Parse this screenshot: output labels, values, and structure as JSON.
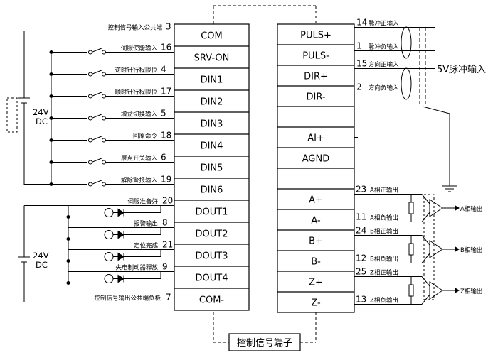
{
  "left_block": {
    "signals": [
      "COM",
      "SRV-ON",
      "DIN1",
      "DIN2",
      "DIN3",
      "DIN4",
      "DIN5",
      "DIN6",
      "DOUT1",
      "DOUT2",
      "DOUT3",
      "DOUT4",
      "COM-"
    ],
    "input_pins": [
      {
        "pin": "3",
        "label": "控制信号输入公共端"
      },
      {
        "pin": "16",
        "label": "伺服使能输入"
      },
      {
        "pin": "4",
        "label": "逆时针行程限位"
      },
      {
        "pin": "17",
        "label": "顺时针行程限位"
      },
      {
        "pin": "5",
        "label": "增益切换输入"
      },
      {
        "pin": "18",
        "label": "回原命令"
      },
      {
        "pin": "6",
        "label": "原点开关输入"
      },
      {
        "pin": "19",
        "label": "解除警报输入"
      }
    ],
    "output_pins": [
      {
        "pin": "20",
        "label": "伺服准备好"
      },
      {
        "pin": "8",
        "label": "报警输出"
      },
      {
        "pin": "21",
        "label": "定位完成"
      },
      {
        "pin": "9",
        "label": "失电制动器释放"
      },
      {
        "pin": "7",
        "label": "控制信号输出公共端负极"
      }
    ]
  },
  "right_block": {
    "signals": [
      "PULS+",
      "PULS-",
      "DIR+",
      "DIR-",
      "",
      "AI+",
      "AGND",
      "",
      "A+",
      "A-",
      "B+",
      "B-",
      "Z+",
      "Z-"
    ],
    "pulse_pins": [
      {
        "pin": "14",
        "label": "脉冲正输入"
      },
      {
        "pin": "1",
        "label": "脉冲负输入"
      },
      {
        "pin": "15",
        "label": "方向正输入"
      },
      {
        "pin": "2",
        "label": "方向负输入"
      }
    ],
    "encoder_pins": [
      {
        "pin": "23",
        "label": "A相正输出"
      },
      {
        "pin": "11",
        "label": "A相负输出"
      },
      {
        "pin": "24",
        "label": "B相正输出"
      },
      {
        "pin": "12",
        "label": "B相负输出"
      },
      {
        "pin": "25",
        "label": "Z相正输出"
      },
      {
        "pin": "13",
        "label": "Z相负输出"
      }
    ],
    "pulse_input_title": "5V脉冲输入",
    "phase_outputs": [
      "A相输出",
      "B相输出",
      "Z相输出"
    ]
  },
  "supplies": {
    "input_voltage": "24V",
    "input_type": "DC",
    "output_voltage": "24V",
    "output_type": "DC"
  },
  "connector_title": "控制信号端子"
}
